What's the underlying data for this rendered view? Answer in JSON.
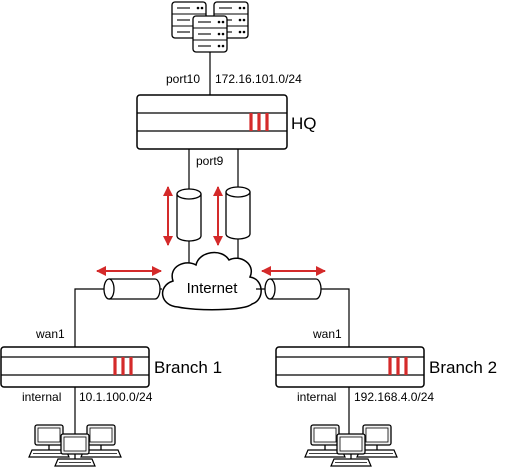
{
  "colors": {
    "accent": "#d42a2a",
    "line": "#000000",
    "device_fill": "#ffffff",
    "monitor_fill": "#f2f2f2"
  },
  "hq": {
    "name": "HQ",
    "lan_port": "port10",
    "lan_subnet": "172.16.101.0/24",
    "wan_port": "port9",
    "icon": "firewall-icon",
    "servers_icon": "server-icon"
  },
  "cloud": {
    "label": "Internet",
    "icon": "cloud-icon"
  },
  "branch1": {
    "name": "Branch 1",
    "wan_port": "wan1",
    "lan_port": "internal",
    "lan_subnet": "10.1.100.0/24",
    "icon": "firewall-icon",
    "clients_icon": "workstation-icon"
  },
  "branch2": {
    "name": "Branch 2",
    "wan_port": "wan1",
    "lan_port": "internal",
    "lan_subnet": "192.168.4.0/24",
    "icon": "firewall-icon",
    "clients_icon": "workstation-icon"
  },
  "tunnels": [
    {
      "icon": "vpn-tunnel-icon"
    },
    {
      "icon": "vpn-tunnel-icon"
    },
    {
      "icon": "vpn-tunnel-icon"
    },
    {
      "icon": "vpn-tunnel-icon"
    }
  ]
}
